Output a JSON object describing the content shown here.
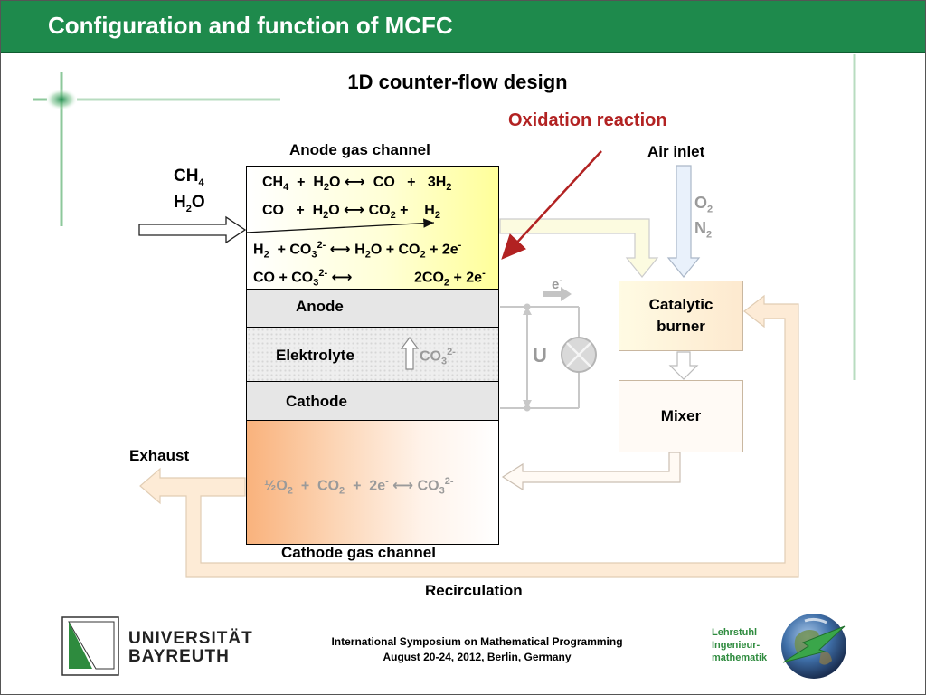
{
  "slide": {
    "title": "Configuration and function of MCFC",
    "subtitle": "1D counter-flow design",
    "oxidation_label": "Oxidation reaction"
  },
  "diagram": {
    "anode_gas_channel": "Anode gas channel",
    "cathode_gas_channel": "Cathode gas channel",
    "air_inlet": "Air inlet",
    "inlet_gases": {
      "ch4": "CH",
      "ch4_sub": "4",
      "h2o_a": "H",
      "h2o_sub": "2",
      "h2o_b": "O"
    },
    "air_gases": {
      "o2": "O",
      "o2_sub": "2",
      "n2": "N",
      "n2_sub": "2"
    },
    "layers": {
      "anode": "Anode",
      "electrolyte": "Elektrolyte",
      "cathode": "Cathode"
    },
    "ion_label": {
      "base": "CO",
      "sub": "3",
      "sup": "2-"
    },
    "electron_label": {
      "base": "e",
      "sup": "-"
    },
    "voltage_label": "U",
    "catalytic_burner": "Catalytic burner",
    "mixer": "Mixer",
    "exhaust": "Exhaust",
    "recirculation": "Recirculation",
    "colors": {
      "title_green": "#1e8a4c",
      "oxidation_red": "#b22222",
      "anode_channel_yellow": "#ffff9a",
      "cathode_channel_orange": "#f9b27c",
      "flow_arrow_fill": "#fdebd6"
    }
  },
  "reactions": {
    "r1": {
      "a": "CH",
      "a_sub": "4",
      "plus1": "+",
      "b": "H",
      "b_sub": "2",
      "b2": "O",
      "c": "CO",
      "plus2": "+",
      "d": "3H",
      "d_sub": "2"
    },
    "r2": {
      "a": "CO",
      "plus1": "+",
      "b": "H",
      "b_sub": "2",
      "b2": "O",
      "c": "CO",
      "c_sub": "2",
      "plus2": "+",
      "d": "H",
      "d_sub": "2"
    },
    "r3": {
      "a": "H",
      "a_sub": "2",
      "plus1": "+ CO",
      "b_sub": "3",
      "b_sup": "2-",
      "c": "H",
      "c_sub": "2",
      "c2": "O +",
      "d": "CO",
      "d_sub": "2",
      "e": "+ 2e",
      "e_sup": "-"
    },
    "r4": {
      "a": "CO + CO",
      "a_sub": "3",
      "a_sup": "2-",
      "b": "2CO",
      "b_sub": "2",
      "c": "+ 2e",
      "c_sup": "-"
    },
    "r5": {
      "a": "½O",
      "a_sub": "2",
      "plus1": "+",
      "b": "CO",
      "b_sub": "2",
      "plus2": "+",
      "c": "2e",
      "c_sup": "-",
      "d": "CO",
      "d_sub": "3",
      "d_sup": "2-"
    }
  },
  "footer": {
    "university_line1": "UNIVERSITÄT",
    "university_line2": "BAYREUTH",
    "conference_line1": "International Symposium on Mathematical Programming",
    "conference_line2": "August 20-24, 2012, Berlin, Germany",
    "chair_line1": "Lehrstuhl",
    "chair_line2": "Ingenieur-",
    "chair_line3": "mathematik"
  }
}
